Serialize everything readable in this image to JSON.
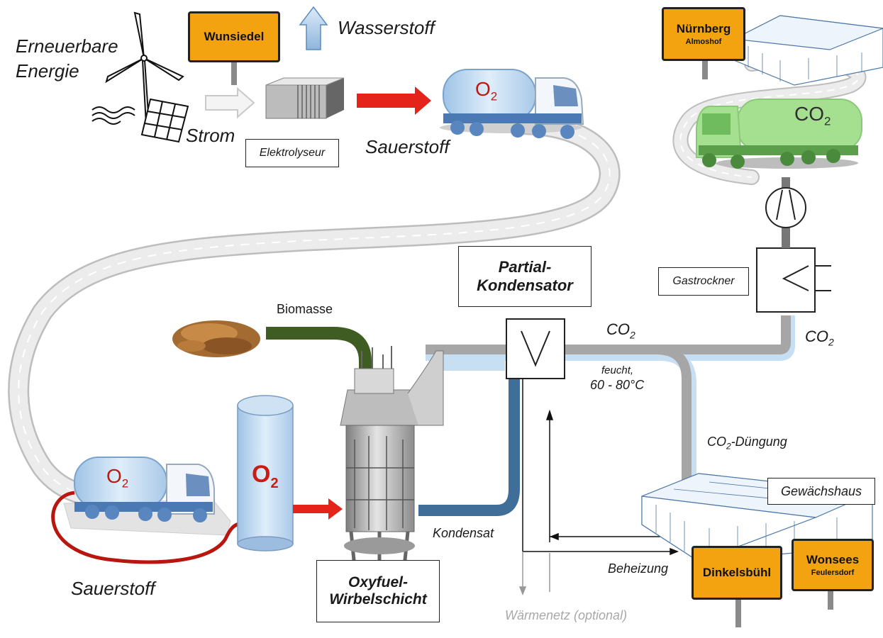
{
  "labels": {
    "erneuerbare": "Erneuerbare",
    "energie": "Energie",
    "strom": "Strom",
    "wasserstoff": "Wasserstoff",
    "sauerstoff_top": "Sauerstoff",
    "sauerstoff_bottom": "Sauerstoff",
    "biomasse": "Biomasse",
    "kondensat": "Kondensat",
    "waermenetz": "Wärmenetz (optional)",
    "beheizung": "Beheizung",
    "feucht_line1": "feucht,",
    "feucht_line2": "60 - 80°C",
    "co2_base": "CO",
    "co2_sub": "2",
    "duengung_suffix": "-Düngung",
    "o2_base": "O",
    "o2_sub": "2"
  },
  "boxes": {
    "elektrolyseur": "Elektrolyseur",
    "partial_line1": "Partial-",
    "partial_line2": "Kondensator",
    "gastrockner": "Gastrockner",
    "gewaechshaus": "Gewächshaus",
    "oxyfuel_line1": "Oxyfuel-",
    "oxyfuel_line2": "Wirbelschicht"
  },
  "signs": {
    "wunsiedel": "Wunsiedel",
    "nuernberg": "Nürnberg",
    "nuernberg_sub": "Almoshof",
    "dinkelsbuehl": "Dinkelsbühl",
    "wonsees": "Wonsees",
    "wonsees_sub": "Feulersdorf"
  },
  "colors": {
    "oxygen_red": "#cc1b12",
    "co2_grey": "#a6a6a6",
    "condensate_blue": "#3f6f99",
    "biomass_green": "#3f5d22",
    "sign_orange": "#f3a30f",
    "water_light_blue": "#bcd7ee"
  }
}
